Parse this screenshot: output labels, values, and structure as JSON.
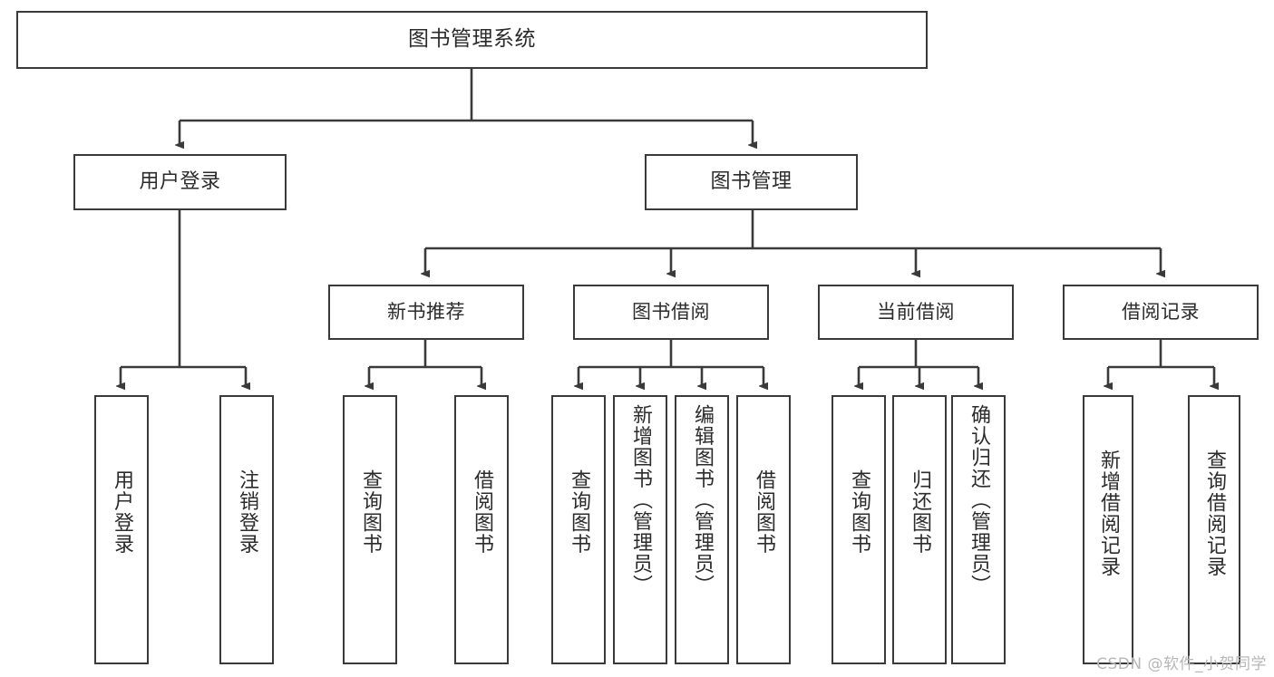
{
  "diagram": {
    "title": "图书管理系统",
    "watermark": "CSDN @软件_小贺同学",
    "colors": {
      "stroke": "#3a3a3a",
      "fill": "#ffffff",
      "text": "#2b2b2b",
      "watermark": "#b7b7b7"
    },
    "root": {
      "label": "图书管理系统"
    },
    "level2": [
      {
        "label": "用户登录"
      },
      {
        "label": "图书管理"
      }
    ],
    "level3": [
      {
        "label": "新书推荐"
      },
      {
        "label": "图书借阅"
      },
      {
        "label": "当前借阅"
      },
      {
        "label": "借阅记录"
      }
    ],
    "leaves": {
      "user_login": [
        {
          "label": "用户登录"
        },
        {
          "label": "注销登录"
        }
      ],
      "new_book": [
        {
          "label": "查询图书"
        },
        {
          "label": "借阅图书"
        }
      ],
      "book_borrow": [
        {
          "label": "查询图书"
        },
        {
          "label": "新增图书（管理员）"
        },
        {
          "label": "编辑图书（管理员）"
        },
        {
          "label": "借阅图书"
        }
      ],
      "current_borrow": [
        {
          "label": "查询图书"
        },
        {
          "label": "归还图书"
        },
        {
          "label": "确认归还（管理员）"
        }
      ],
      "borrow_record": [
        {
          "label": "新增借阅记录"
        },
        {
          "label": "查询借阅记录"
        }
      ]
    }
  }
}
